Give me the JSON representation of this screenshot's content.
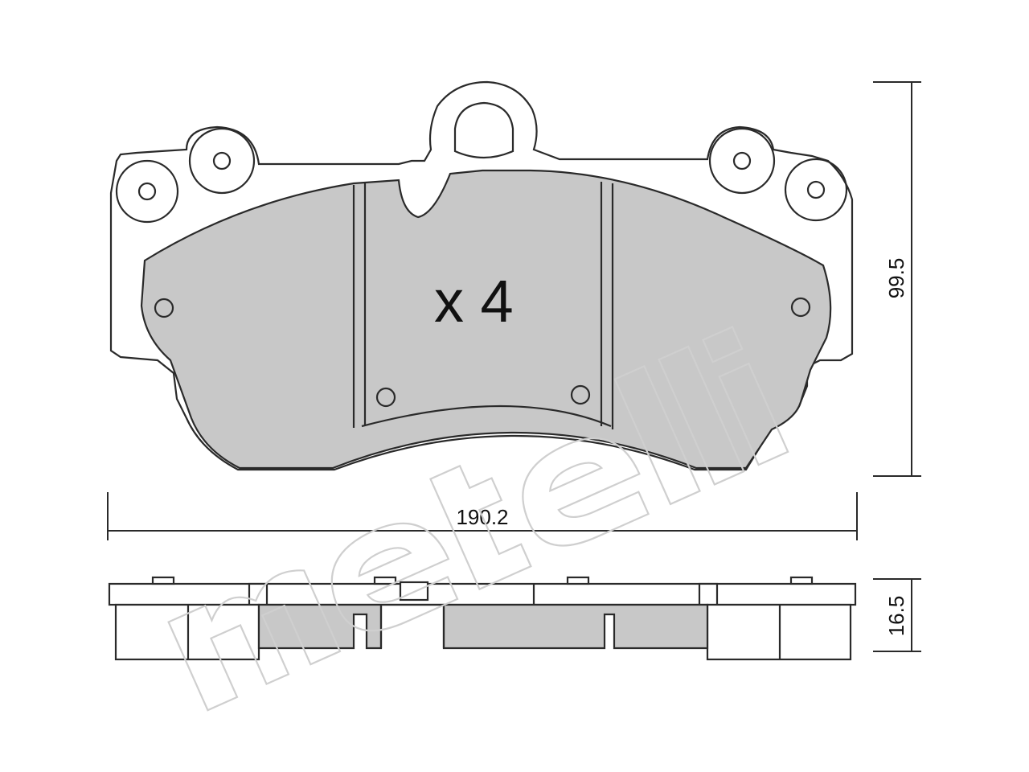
{
  "quantity_label": "x 4",
  "dimensions": {
    "width": "190.2",
    "height": "99.5",
    "thickness": "16.5"
  },
  "watermark": "metelli",
  "colors": {
    "line": "#2a2a2a",
    "friction_fill": "#c8c8c8",
    "backplate_fill": "#ffffff",
    "watermark": "#cfcfcf"
  }
}
